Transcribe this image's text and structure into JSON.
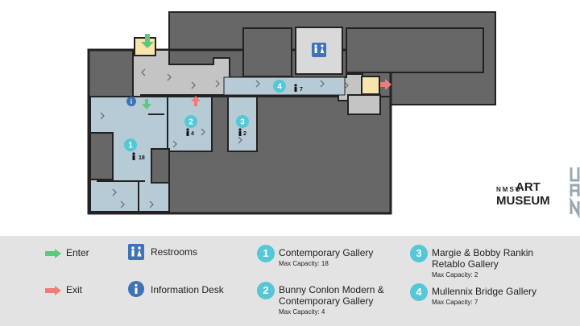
{
  "logo": {
    "small": "NMSU",
    "art": "ART",
    "museum": "MUSEUM"
  },
  "map_markers": {
    "gallery_1": {
      "number": "1",
      "occupancy": "18"
    },
    "gallery_2": {
      "number": "2",
      "occupancy": "4"
    },
    "gallery_3": {
      "number": "3",
      "occupancy": "2"
    },
    "gallery_4": {
      "number": "4",
      "occupancy": "7"
    }
  },
  "legend": {
    "enter": "Enter",
    "exit": "Exit",
    "restrooms": "Restrooms",
    "info": "Information Desk",
    "galleries": [
      {
        "number": "1",
        "name": "Contemporary Gallery",
        "capacity": "Max Capacity: 18"
      },
      {
        "number": "2",
        "name_line1": "Bunny Conlon Modern &",
        "name_line2": "Contemporary Gallery",
        "capacity": "Max Capacity: 4"
      },
      {
        "number": "3",
        "name_line1": "Margie & Bobby Rankin",
        "name_line2": "Retablo Gallery",
        "capacity": "Max Capacity: 2"
      },
      {
        "number": "4",
        "name": "Mullennix Bridge Gallery",
        "capacity": "Max Capacity: 7"
      }
    ]
  },
  "colors": {
    "wall": "#676767",
    "corridor": "#c4c4c4",
    "gallery": "#b7cbd6",
    "accent": "#55c7d5",
    "enter": "#5cc97c",
    "exit": "#f27a7a",
    "entry_zone": "#f8e4ad",
    "icon_blue": "#3f72b8"
  }
}
